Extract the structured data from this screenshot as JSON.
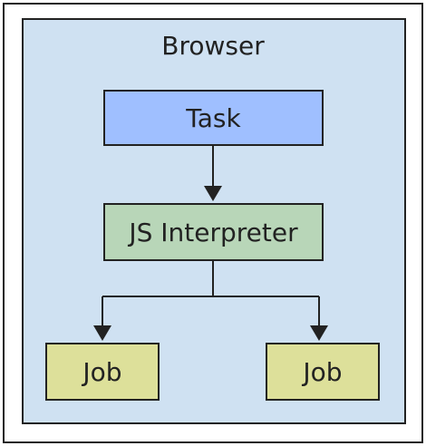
{
  "diagram": {
    "container_label": "Browser",
    "nodes": {
      "task": "Task",
      "interpreter": "JS Interpreter",
      "job_left": "Job",
      "job_right": "Job"
    },
    "edges": [
      {
        "from": "task",
        "to": "interpreter"
      },
      {
        "from": "interpreter",
        "to": "job_left"
      },
      {
        "from": "interpreter",
        "to": "job_right"
      }
    ],
    "colors": {
      "browser_fill": "#cfe1f2",
      "task_fill": "#9fbfff",
      "interpreter_fill": "#b8d6b8",
      "job_fill": "#dde09a",
      "stroke": "#222222"
    }
  }
}
